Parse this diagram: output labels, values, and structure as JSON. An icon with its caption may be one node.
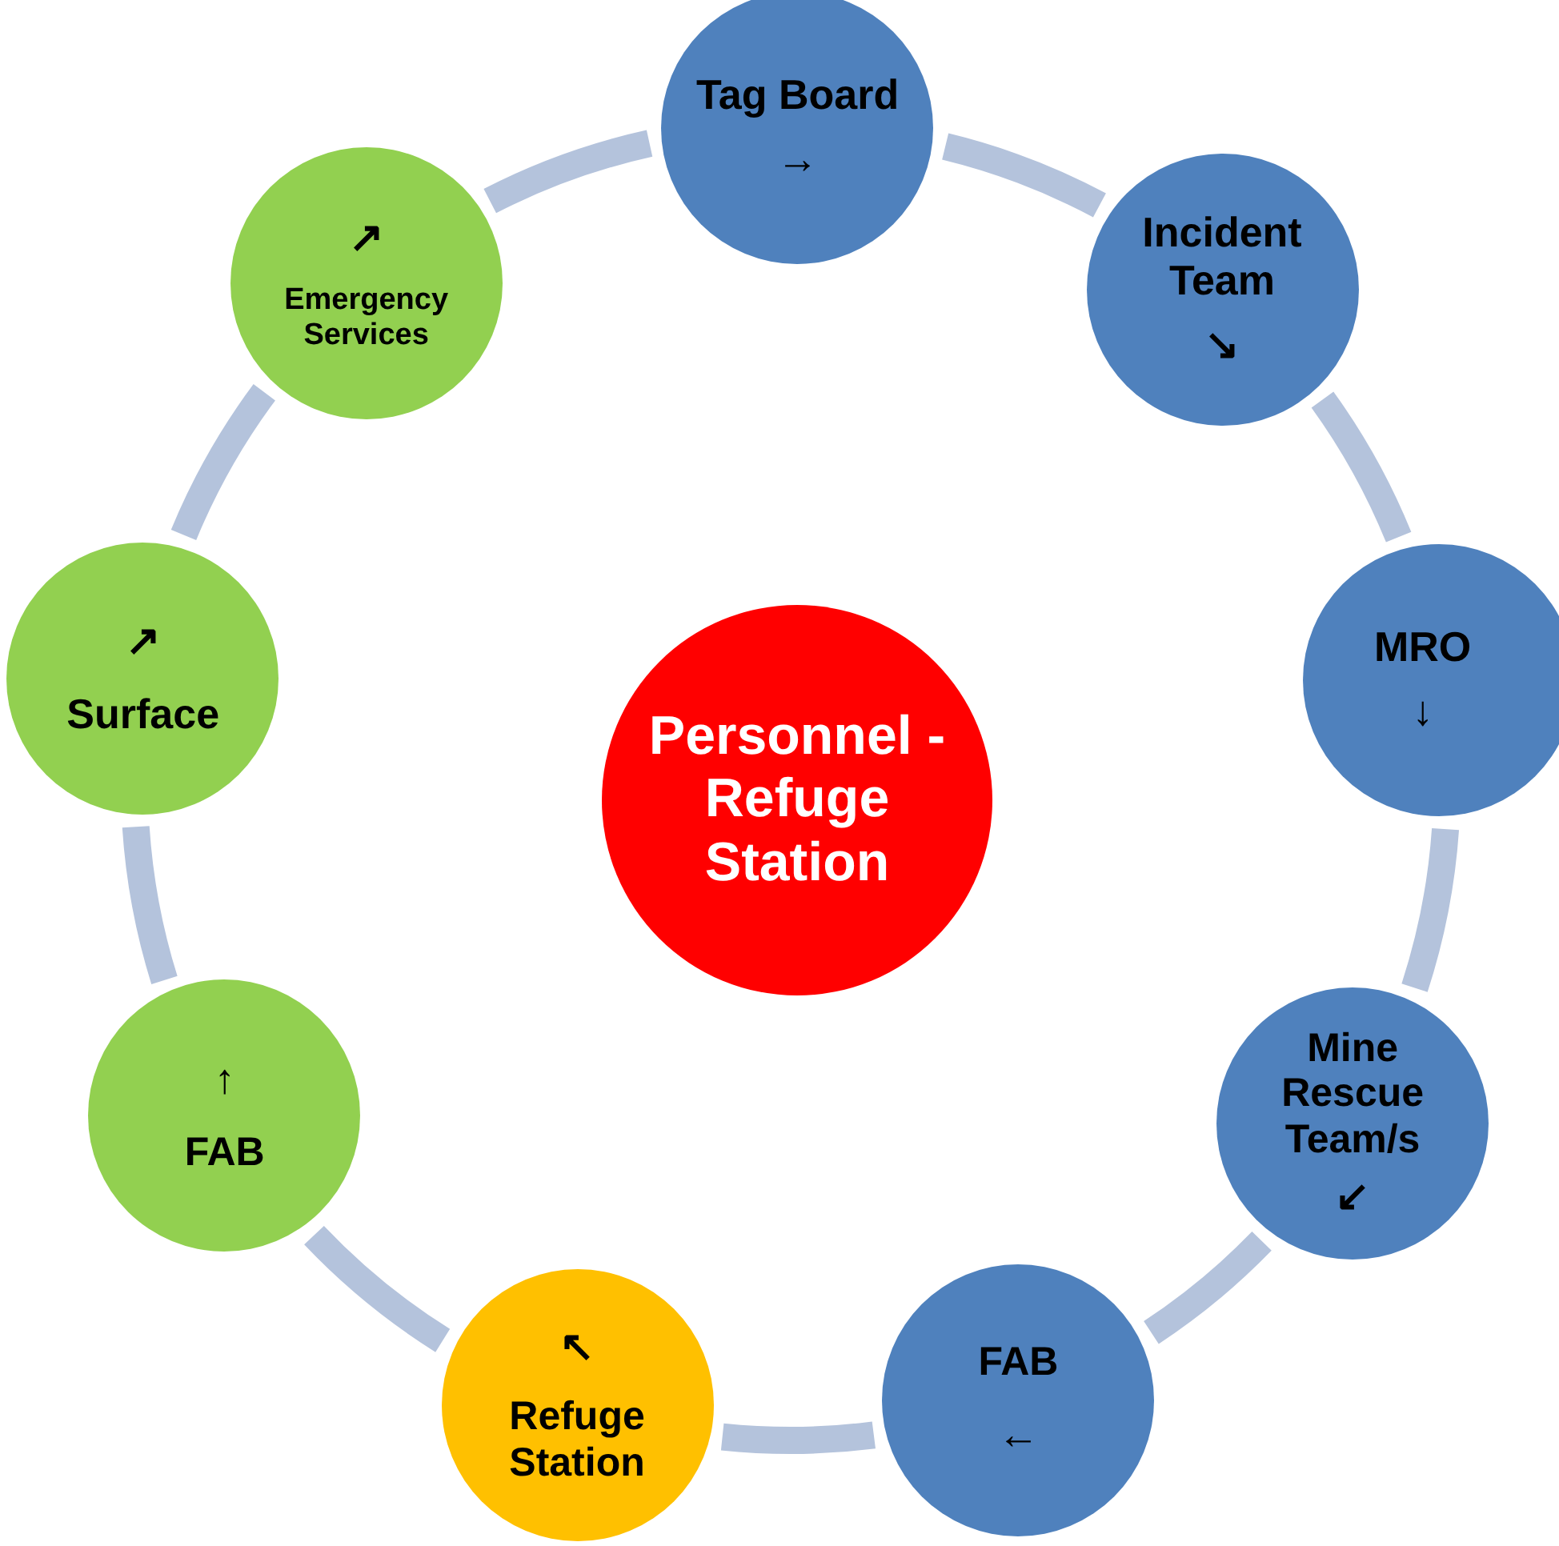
{
  "diagram": {
    "nodes": [
      {
        "text": [
          "Personnel - Refuge Station"
        ]
      },
      {
        "text": [
          "Tag Board",
          "→"
        ]
      },
      {
        "text": [
          "Incident Team",
          "↘"
        ]
      },
      {
        "text": [
          "MRO",
          "↓"
        ]
      },
      {
        "text": [
          "Mine Rescue Team/s",
          "↙"
        ]
      },
      {
        "text": [
          "FAB",
          "←"
        ]
      },
      {
        "text": [
          "↖",
          "Refuge Station"
        ]
      },
      {
        "text": [
          "↑",
          "FAB"
        ]
      },
      {
        "text": [
          "↗",
          "Surface"
        ]
      },
      {
        "text": [
          "↗",
          "Emergency Services"
        ]
      }
    ],
    "edges": [
      {
        "from": 1,
        "to": 2,
        "arrow": "none"
      },
      {
        "from": 2,
        "to": 3,
        "arrow": "none"
      },
      {
        "from": 3,
        "to": 4,
        "arrow": "none"
      },
      {
        "from": 4,
        "to": 5,
        "arrow": "none"
      },
      {
        "from": 5,
        "to": 6,
        "arrow": "none"
      },
      {
        "from": 6,
        "to": 7,
        "arrow": "none"
      },
      {
        "from": 7,
        "to": 8,
        "arrow": "none"
      },
      {
        "from": 8,
        "to": 9,
        "arrow": "none"
      },
      {
        "from": 9,
        "to": 1,
        "arrow": "none"
      }
    ]
  }
}
